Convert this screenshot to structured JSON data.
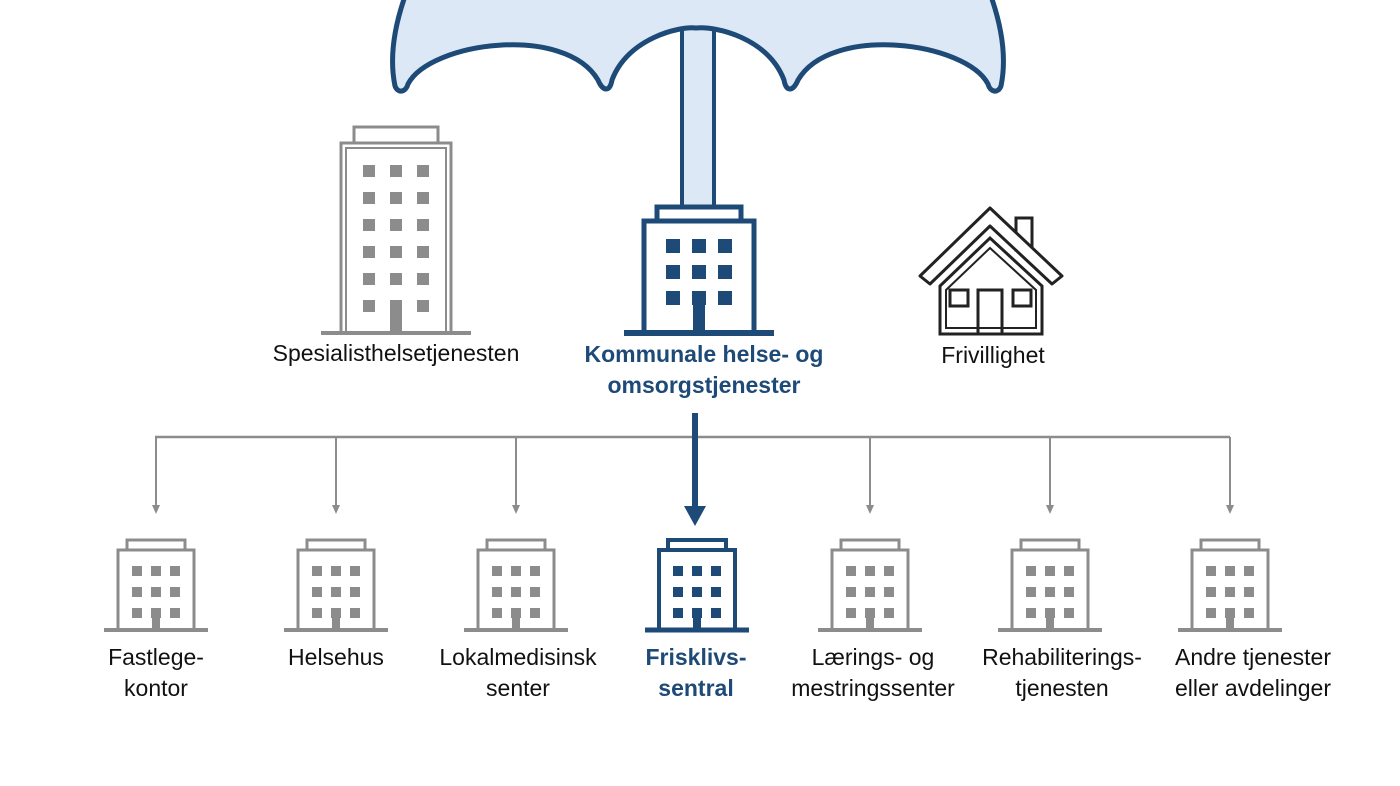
{
  "colors": {
    "accent": "#1e4a78",
    "umbrella_fill": "#dce8f5",
    "gray": "#8c8c8c",
    "text": "#111111"
  },
  "umbrella": {
    "caption": "",
    "icon": "umbrella-icon"
  },
  "top_row": {
    "specialist": {
      "label": "Spesialisthelsetjenesten",
      "icon": "tall-building-icon"
    },
    "municipal": {
      "line1": "Kommunale helse- og",
      "line2": "omsorgstjenester",
      "icon": "building-icon"
    },
    "volunteer": {
      "label": "Frivillighet",
      "icon": "house-icon"
    }
  },
  "services": [
    {
      "line1": "Fastlege-",
      "line2": "kontor",
      "highlight": false,
      "icon": "building-icon"
    },
    {
      "line1": "Helsehus",
      "line2": "",
      "highlight": false,
      "icon": "building-icon"
    },
    {
      "line1": "Lokalmedisinsk",
      "line2": "senter",
      "highlight": false,
      "icon": "building-icon"
    },
    {
      "line1": "Frisklivs-",
      "line2": "sentral",
      "highlight": true,
      "icon": "building-icon"
    },
    {
      "line1": "Lærings- og",
      "line2": "mestringssenter",
      "highlight": false,
      "icon": "building-icon"
    },
    {
      "line1": "Rehabiliterings-",
      "line2": "tjenesten",
      "highlight": false,
      "icon": "building-icon"
    },
    {
      "line1": "Andre tjenester",
      "line2": "eller avdelinger",
      "highlight": false,
      "icon": "building-icon"
    }
  ]
}
